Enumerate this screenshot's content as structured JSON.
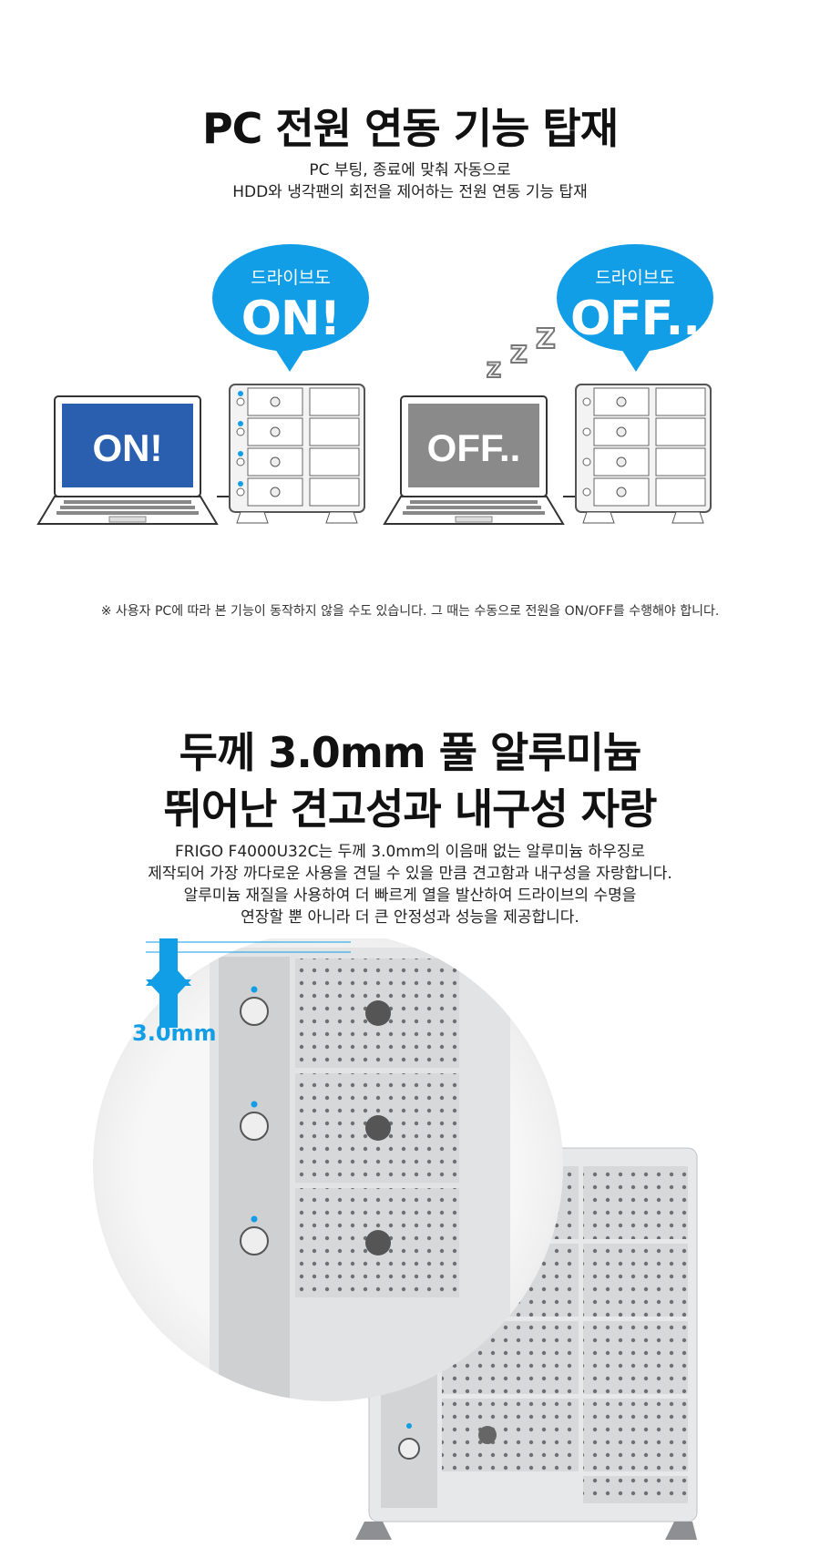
{
  "section1": {
    "title": "PC 전원 연동 기능 탑재",
    "subtitle_lines": [
      "PC 부팅, 종료에 맞춰 자동으로",
      "HDD와 냉각팬의 회전을 제어하는 전원 연동 기능 탑재"
    ],
    "bubble_on": {
      "small": "드라이브도",
      "big": "ON!"
    },
    "bubble_off": {
      "small": "드라이브도",
      "big": "OFF.."
    },
    "laptop_on_screen": "ON!",
    "laptop_off_screen": "OFF..",
    "sleep_letters": [
      "Z",
      "Z",
      "Z"
    ],
    "note": "※ 사용자 PC에 따라 본 기능이 동작하지 않을 수도 있습니다. 그 때는 수동으로 전원을 ON/OFF를 수행해야 합니다."
  },
  "section2": {
    "title_lines": [
      "두께 3.0mm 풀 알루미늄",
      "뛰어난 견고성과 내구성 자랑"
    ],
    "desc_lines": [
      "FRIGO F4000U32C는 두께 3.0mm의 이음매 없는 알루미늄 하우징로",
      "제작되어 가장 까다로운 사용을 견딜 수 있을 만큼 견고함과 내구성을 자랑합니다.",
      "알루미늄 재질을 사용하여 더 빠르게 열을 발산하여 드라이브의 수명을",
      "연장할 뿐 아니라 더 큰 안정성과 성능을 제공합니다."
    ],
    "thickness_label": "3.0mm"
  },
  "colors": {
    "accent": "#129ee6",
    "screen_on": "#2a5fb0",
    "screen_off": "#8a8a8a",
    "aluminum": "#d9dadc"
  }
}
